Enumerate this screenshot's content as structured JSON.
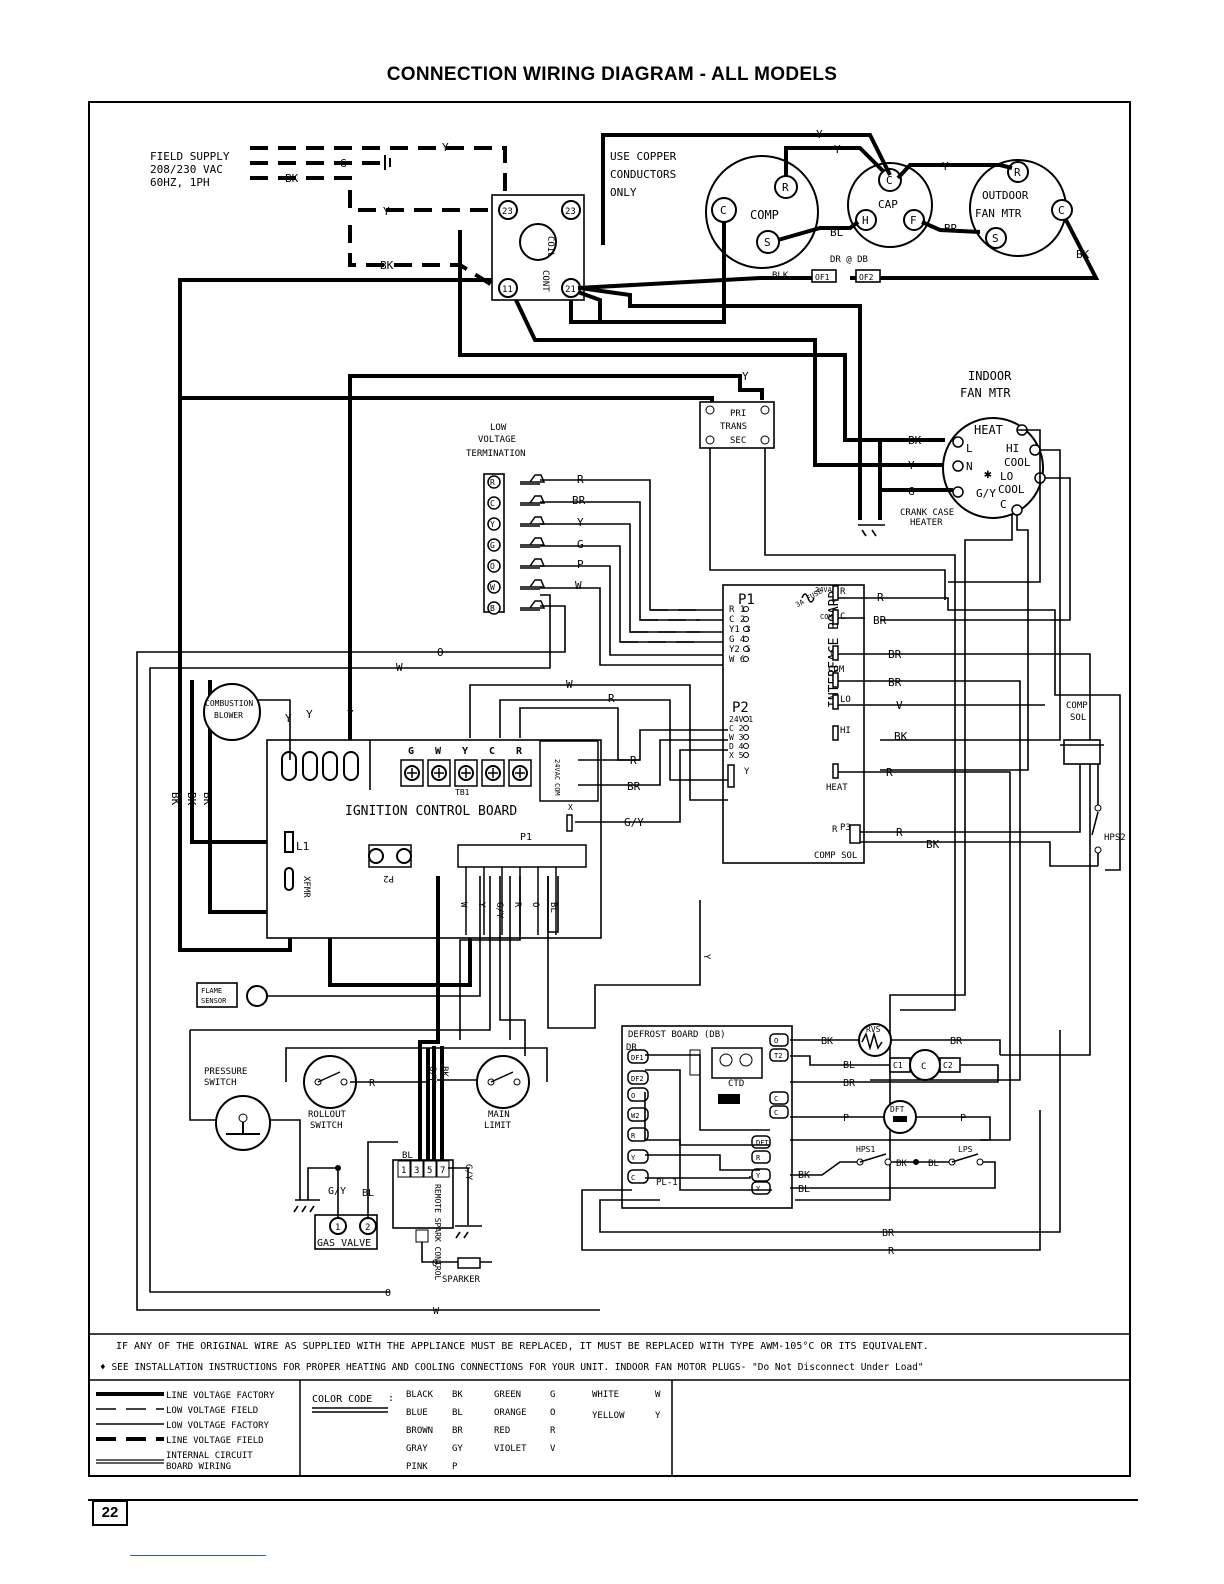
{
  "title": "CONNECTION WIRING DIAGRAM - ALL MODELS",
  "page_number": "22",
  "field_supply": {
    "line1": "FIELD SUPPLY",
    "line2": "208/230 VAC",
    "line3": "60HZ, 1PH"
  },
  "copper_note": {
    "line1": "USE COPPER",
    "line2": "CONDUCTORS",
    "line3": "ONLY"
  },
  "contactor": {
    "coil": "COIL",
    "cont": "CONT",
    "t23a": "23",
    "t23b": "23",
    "t11": "11",
    "t21": "21"
  },
  "comp": {
    "label": "COMP",
    "c": "C",
    "r": "R",
    "s": "S"
  },
  "cap": {
    "label": "CAP",
    "c": "C",
    "h": "H",
    "f": "F"
  },
  "outdoor_fan": {
    "line1": "OUTDOOR",
    "line2": "FAN MTR",
    "r": "R",
    "s": "S",
    "c": "C"
  },
  "overload": {
    "label": "DR @ DB",
    "of1": "OF1",
    "of2": "OF2",
    "blk": "BLK"
  },
  "indoor_fan": {
    "line1": "INDOOR",
    "line2": "FAN MTR",
    "heat": "HEAT",
    "hi": "HI",
    "cool1": "COOL",
    "lo": "LO",
    "cool2": "COOL",
    "l": "L",
    "n": "N",
    "gy": "G/Y",
    "c": "C"
  },
  "crankcase": {
    "line1": "CRANK CASE",
    "line2": "HEATER"
  },
  "transformer": {
    "pri": "PRI",
    "trans": "TRANS",
    "sec": "SEC"
  },
  "low_voltage": {
    "line1": "LOW",
    "line2": "VOLTAGE",
    "line3": "TERMINATION",
    "terms": [
      "R",
      "C",
      "Y",
      "G",
      "O",
      "W",
      "B"
    ],
    "wires": [
      "R",
      "BR",
      "Y",
      "G",
      "P",
      "W"
    ]
  },
  "interface_board": {
    "label": "INTERFACE BOARD",
    "p1": "P1",
    "p2": "P2",
    "p3": "P3",
    "p1_pins": [
      "R 1",
      "C 2",
      "Y1 3",
      "G 4",
      "Y2 5",
      "W 6"
    ],
    "p2_pins": [
      "24V 1",
      "C 2",
      "W 3",
      "D 4",
      "X 5"
    ],
    "fuse": "3A FUSE",
    "v24": "24VAC",
    "com": "COM",
    "r": "R",
    "c": "C",
    "com2": "COM",
    "lo": "LO",
    "hi": "HI",
    "heat": "HEAT",
    "y": "Y",
    "comp_sol": "COMP SOL"
  },
  "ignition_board": {
    "label": "IGNITION CONTROL BOARD",
    "tb1": "TB1",
    "terms": [
      "G",
      "W",
      "Y",
      "C",
      "R"
    ],
    "v24": "24VAC",
    "com": "COM",
    "p1": "P1",
    "p2": "P2",
    "l1": "L1",
    "xfmr": "XFMR",
    "x": "X",
    "p1_wires": [
      "W",
      "Y",
      "G/Y",
      "R",
      "O",
      "BL"
    ]
  },
  "combustion_blower": {
    "line1": "COMBUSTION",
    "line2": "BLOWER"
  },
  "flame_sensor": {
    "line1": "FLAME",
    "line2": "SENSOR"
  },
  "pressure_switch": {
    "line1": "PRESSURE",
    "line2": "SWITCH"
  },
  "rollout": {
    "line1": "ROLLOUT",
    "line2": "SWITCH"
  },
  "main_limit": {
    "line1": "MAIN",
    "line2": "LIMIT"
  },
  "gas_valve": {
    "label": "GAS VALVE",
    "t1": "1",
    "t2": "2",
    "gy": "G/Y",
    "bl": "BL"
  },
  "spark_control": {
    "label": "REMOTE SPARK CONTROL",
    "pins": [
      "1",
      "3",
      "5",
      "7"
    ],
    "bl": "BL",
    "gy": "G/Y"
  },
  "sparker": "SPARKER",
  "comp_sol_box": {
    "line1": "COMP",
    "line2": "SOL"
  },
  "hps2": "HPS2",
  "defrost_board": {
    "label": "DEFROST BOARD (DB)",
    "dr": "DR",
    "ctd": "CTD",
    "pl1": "PL-1",
    "left_pins": [
      "DF1",
      "DF2",
      "O",
      "W2",
      "R",
      "Y",
      "C"
    ],
    "right_pins": [
      "O",
      "T2",
      "C",
      "C",
      "DFT",
      "R",
      "Y",
      "Y"
    ]
  },
  "rvs": "RVS",
  "dft": "DFT",
  "hps1": "HPS1",
  "lps": "LPS",
  "caps": {
    "c1": "C1",
    "c": "C",
    "c2": "C2"
  },
  "wire_labels": {
    "y": "Y",
    "g": "G",
    "bk": "BK",
    "bl": "BL",
    "br": "BR",
    "r": "R",
    "w": "W",
    "o": "O",
    "v": "V",
    "p": "P",
    "gy": "G/Y"
  },
  "note1": "IF ANY OF THE ORIGINAL WIRE AS SUPPLIED WITH THE APPLIANCE MUST BE REPLACED, IT MUST BE REPLACED WITH TYPE AWM-105°C OR ITS EQUIVALENT.",
  "note2": "♦ SEE INSTALLATION INSTRUCTIONS FOR PROPER HEATING AND COOLING CONNECTIONS FOR YOUR UNIT.    INDOOR FAN MOTOR PLUGS- \"Do Not Disconnect Under Load\"",
  "legend": [
    {
      "label": "LINE VOLTAGE FACTORY",
      "style": "thick"
    },
    {
      "label": "LOW VOLTAGE FIELD",
      "style": "thin-dash"
    },
    {
      "label": "LOW VOLTAGE FACTORY",
      "style": "thin"
    },
    {
      "label": "LINE VOLTAGE FIELD",
      "style": "thick-dash"
    },
    {
      "label": "INTERNAL CIRCUIT BOARD WIRING",
      "style": "double"
    }
  ],
  "color_code": {
    "title": "COLOR CODE",
    "entries": [
      [
        "BLACK",
        "BK"
      ],
      [
        "BLUE",
        "BL"
      ],
      [
        "BROWN",
        "BR"
      ],
      [
        "GRAY",
        "GY"
      ],
      [
        "PINK",
        "P"
      ],
      [
        "GREEN",
        "G"
      ],
      [
        "ORANGE",
        "O"
      ],
      [
        "RED",
        "R"
      ],
      [
        "VIOLET",
        "V"
      ],
      [
        "WHITE",
        "W"
      ],
      [
        "YELLOW",
        "Y"
      ]
    ]
  }
}
